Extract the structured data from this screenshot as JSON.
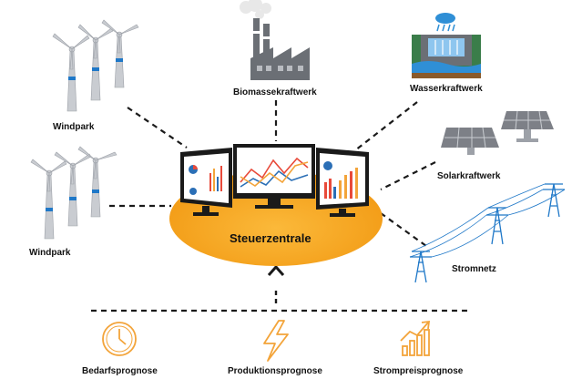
{
  "nodes": {
    "windpark_top": "Windpark",
    "windpark_bottom": "Windpark",
    "biomass": "Biomassekraftwerk",
    "hydro": "Wasserkraftwerk",
    "solar": "Solarkraftwerk",
    "grid": "Stromnetz",
    "center": "Steuerzentrale"
  },
  "forecasts": {
    "demand": "Bedarfsprognose",
    "production": "Produktionsprognose",
    "price": "Strompreisprognose"
  },
  "colors": {
    "hub_orange": "#f7a21b",
    "accent_orange": "#f3a43a",
    "line": "#1a1a1a",
    "turbine_band": "#1f78c8",
    "water": "#2f8fd6"
  }
}
